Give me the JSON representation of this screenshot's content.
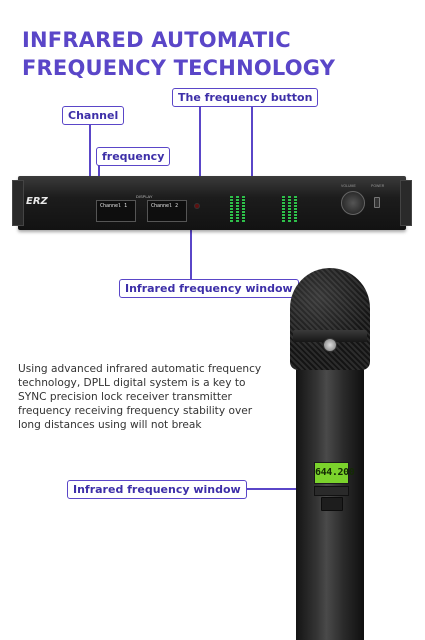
{
  "headline": {
    "line1": "INFRARED AUTOMATIC",
    "line2": "FREQUENCY TECHNOLOGY"
  },
  "callouts": {
    "channel": "Channel",
    "frequency_button": "The frequency button",
    "frequency": "frequency",
    "ir_window_receiver": "Infrared frequency window",
    "ir_window_mic": "Infrared frequency window"
  },
  "receiver": {
    "brand": "ERZ",
    "display_label": "DISPLAY",
    "channel1": "Channel 1",
    "channel2": "Channel 2",
    "volume_label": "VOLUME",
    "power_label": "POWER"
  },
  "description": {
    "line1": "Using advanced infrared automatic frequency",
    "line2": "technology, DPLL digital system is a key to",
    "line3": "SYNC precision lock receiver transmitter",
    "line4": "frequency receiving frequency stability over",
    "line5": "long distances using will not break"
  },
  "microphone": {
    "lcd_value": "644.200"
  },
  "colors": {
    "accent": "#5a46c8",
    "lcd_green": "#7bd32c"
  }
}
